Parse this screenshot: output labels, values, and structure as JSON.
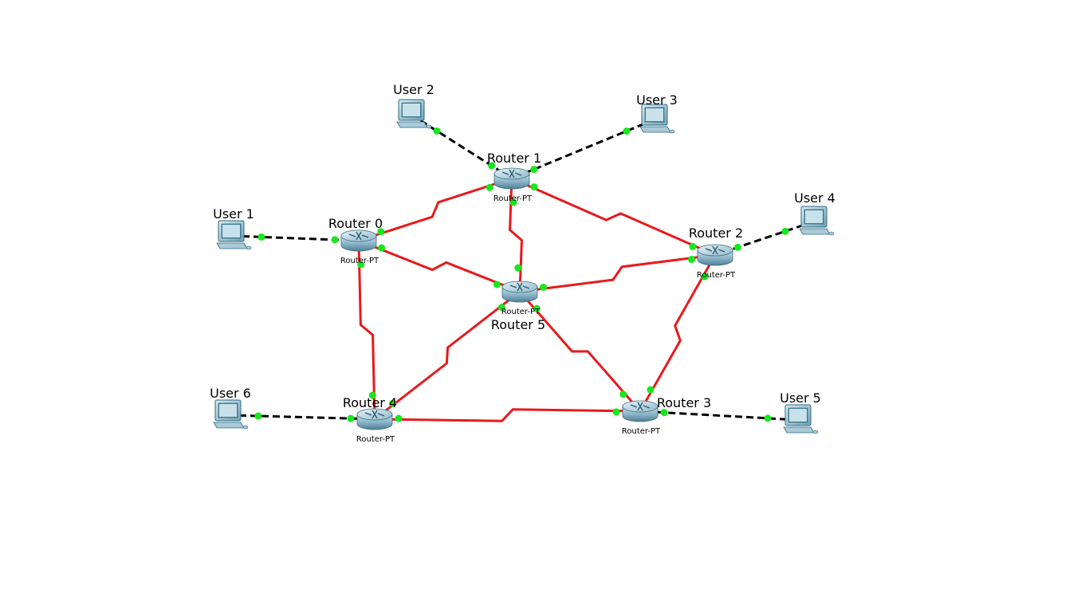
{
  "routers": [
    {
      "id": "r0",
      "name": "Router 0",
      "model": "Router-PT"
    },
    {
      "id": "r1",
      "name": "Router 1",
      "model": "Router-PT"
    },
    {
      "id": "r2",
      "name": "Router 2",
      "model": "Router-PT"
    },
    {
      "id": "r3",
      "name": "Router 3",
      "model": "Router-PT"
    },
    {
      "id": "r4",
      "name": "Router 4",
      "model": "Router-PT"
    },
    {
      "id": "r5",
      "name": "Router 5",
      "model": "Router-PT"
    }
  ],
  "users": [
    {
      "id": "u1",
      "name": "User 1"
    },
    {
      "id": "u2",
      "name": "User 2"
    },
    {
      "id": "u3",
      "name": "User 3"
    },
    {
      "id": "u4",
      "name": "User 4"
    },
    {
      "id": "u5",
      "name": "User 5"
    },
    {
      "id": "u6",
      "name": "User 6"
    }
  ],
  "serial_links": [
    {
      "from": "r0",
      "to": "r1"
    },
    {
      "from": "r1",
      "to": "r2"
    },
    {
      "from": "r1",
      "to": "r5"
    },
    {
      "from": "r0",
      "to": "r5"
    },
    {
      "from": "r5",
      "to": "r2"
    },
    {
      "from": "r0",
      "to": "r4"
    },
    {
      "from": "r5",
      "to": "r4"
    },
    {
      "from": "r5",
      "to": "r3"
    },
    {
      "from": "r2",
      "to": "r3"
    },
    {
      "from": "r4",
      "to": "r3"
    }
  ],
  "ethernet_links": [
    {
      "from": "u1",
      "to": "r0"
    },
    {
      "from": "u2",
      "to": "r1"
    },
    {
      "from": "u3",
      "to": "r1"
    },
    {
      "from": "u4",
      "to": "r2"
    },
    {
      "from": "u5",
      "to": "r3"
    },
    {
      "from": "u6",
      "to": "r4"
    }
  ],
  "colors": {
    "serial_link": "#e8191c",
    "ethernet_link": "#000000",
    "link_endpoint": "#17e81b",
    "router_body": "#7fa9bd",
    "pc_screen": "#4c8fa8"
  }
}
